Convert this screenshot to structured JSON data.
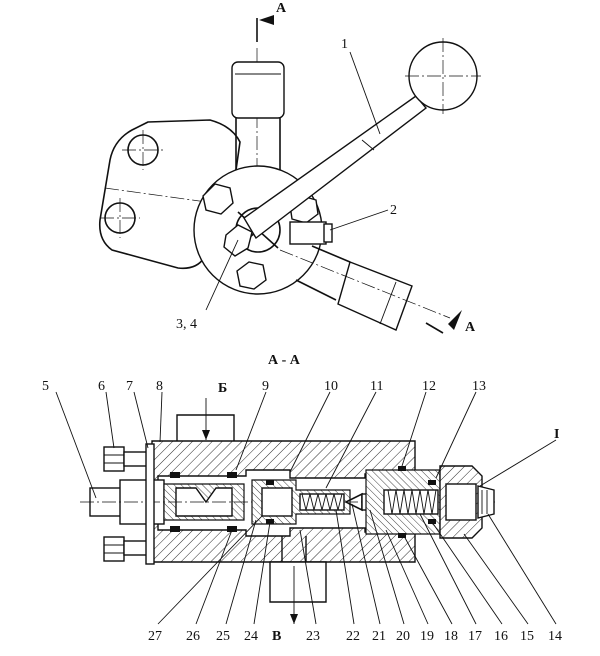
{
  "section_marks": {
    "a_top": "А",
    "a_bottom": "А",
    "section_title": "А - А"
  },
  "ports": {
    "b": "Б",
    "v": "В"
  },
  "detail": {
    "one": "I"
  },
  "callouts": {
    "c1": "1",
    "c2": "2",
    "c34": "3, 4",
    "c5": "5",
    "c6": "6",
    "c7": "7",
    "c8": "8",
    "c9": "9",
    "c10": "10",
    "c11": "11",
    "c12": "12",
    "c13": "13",
    "c27": "27",
    "c26": "26",
    "c25": "25",
    "c24": "24",
    "c23": "23",
    "c22": "22",
    "c21": "21",
    "c20": "20",
    "c19": "19",
    "c18": "18",
    "c17": "17",
    "c16": "16",
    "c15": "15",
    "c14": "14"
  }
}
